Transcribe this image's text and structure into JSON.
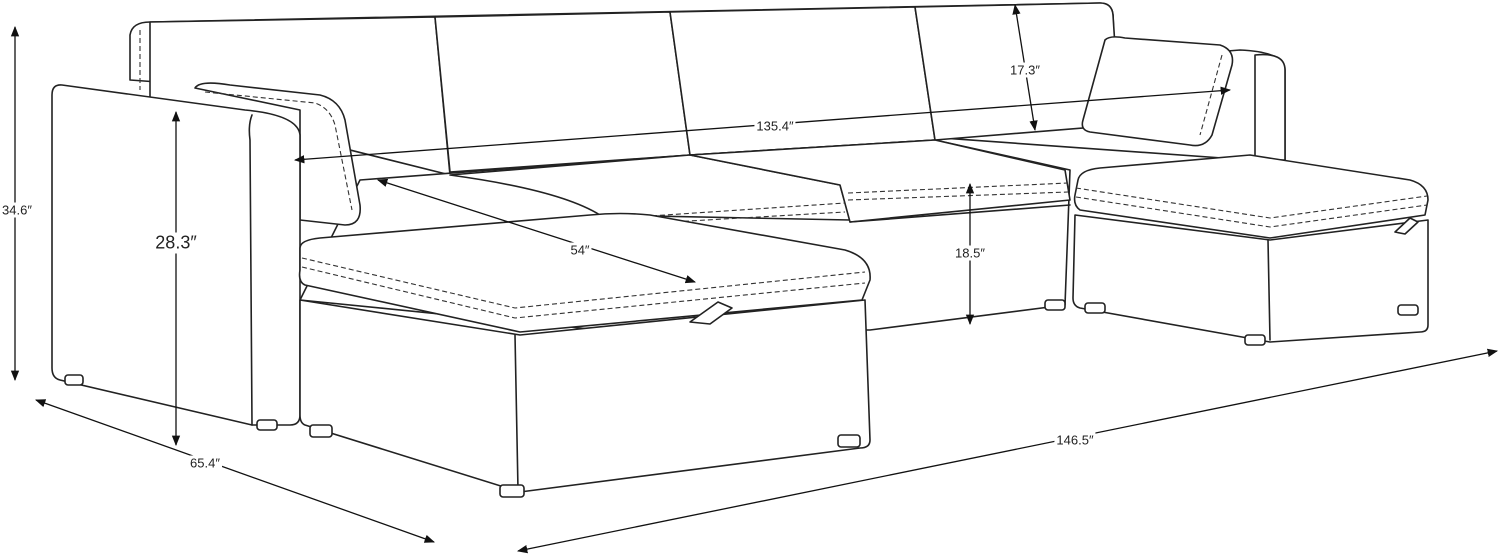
{
  "title": "U-shaped sectional sofa dimensions",
  "dimensions": {
    "total_height": "34.6″",
    "arm_height": "28.3″",
    "depth": "65.4″",
    "inner_width": "135.4″",
    "chaise_length": "54″",
    "back_cushion_height": "17.3″",
    "seat_height": "18.5″",
    "total_width": "146.5″"
  },
  "colors": {
    "line": "#222222",
    "background": "#ffffff"
  }
}
